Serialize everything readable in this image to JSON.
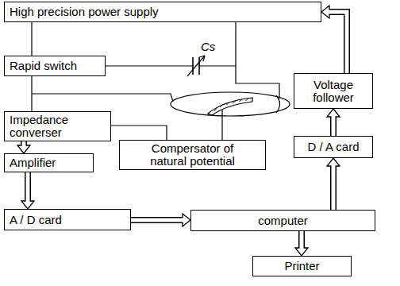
{
  "diagram": {
    "nodes": [
      {
        "text": [
          "High precision power supply"
        ]
      },
      {
        "text": [
          "Rapid switch"
        ]
      },
      {
        "text": [
          "Impedance converser"
        ]
      },
      {
        "text": [
          "Compersator of natural potential"
        ]
      },
      {
        "text": [
          "Amplifier"
        ]
      },
      {
        "text": [
          "A / D card"
        ]
      },
      {
        "text": [
          "computer"
        ]
      },
      {
        "text": [
          "Printer"
        ]
      },
      {
        "text": [
          "D / A card"
        ]
      },
      {
        "text": [
          "Voltage follower"
        ]
      }
    ],
    "edges": [
      {
        "from": 0,
        "to": 1,
        "arrow": "none"
      },
      {
        "from": 1,
        "to": 2,
        "arrow": "none"
      },
      {
        "from": 2,
        "to": 3,
        "arrow": "none"
      },
      {
        "from": 2,
        "to": 4,
        "arrow": "to"
      },
      {
        "from": 4,
        "to": 5,
        "arrow": "to"
      },
      {
        "from": 5,
        "to": 6,
        "arrow": "to"
      },
      {
        "from": 6,
        "to": 7,
        "arrow": "to"
      },
      {
        "from": 6,
        "to": 8,
        "arrow": "to"
      },
      {
        "from": 8,
        "to": 9,
        "arrow": "to"
      },
      {
        "from": 9,
        "to": 0,
        "arrow": "to"
      }
    ],
    "labels": [
      "Cs"
    ]
  }
}
